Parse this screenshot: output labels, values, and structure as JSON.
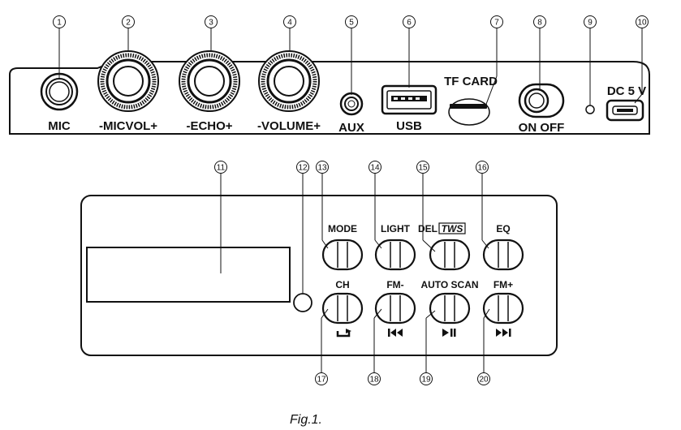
{
  "top_panel": {
    "mic": "MIC",
    "micvol": "-MICVOL+",
    "echo": "-ECHO+",
    "volume": "-VOLUME+",
    "aux": "AUX",
    "usb": "USB",
    "tf_card": "TF CARD",
    "on_off": "ON OFF",
    "dc": "DC 5 V"
  },
  "bottom_panel": {
    "mode": "MODE",
    "light": "LIGHT",
    "del": "DEL",
    "tws": "TWS",
    "eq": "EQ",
    "ch": "CH",
    "fm_minus": "FM-",
    "auto_scan": "AUTO SCAN",
    "fm_plus": "FM+"
  },
  "callouts": [
    "1",
    "2",
    "3",
    "4",
    "5",
    "6",
    "7",
    "8",
    "9",
    "10",
    "11",
    "12",
    "13",
    "14",
    "15",
    "16",
    "17",
    "18",
    "19",
    "20"
  ],
  "icons": {
    "ch": "repeat-icon",
    "fm_minus": "previous-track-icon",
    "auto_scan": "play-pause-icon",
    "fm_plus": "next-track-icon"
  },
  "caption": "Fig.1."
}
